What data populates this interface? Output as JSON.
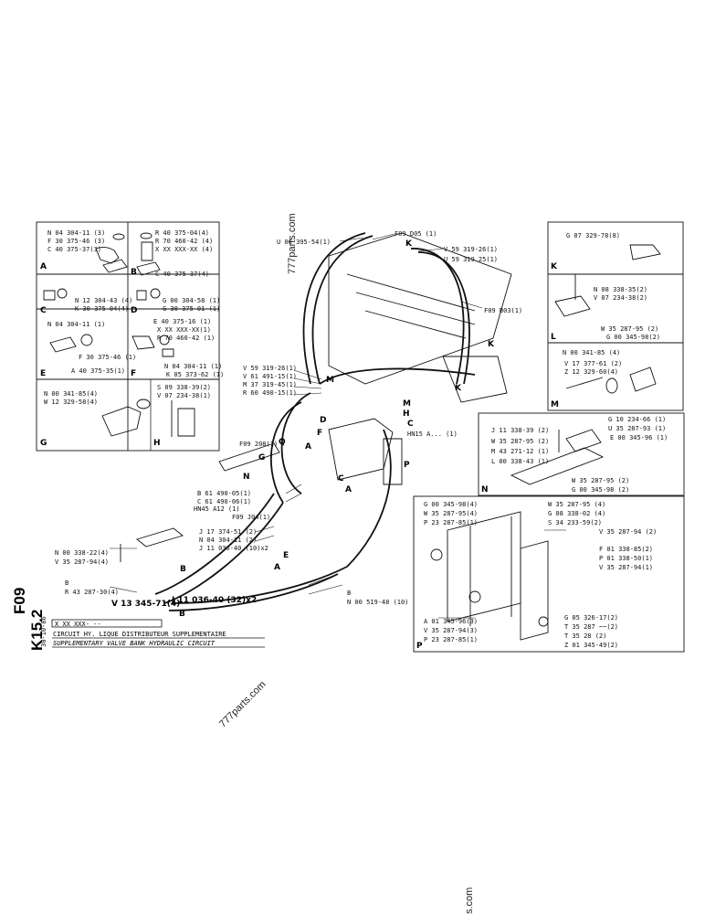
{
  "watermarks": [
    "777parts.com",
    "777parts.com",
    "s.com"
  ],
  "drawing_code": {
    "line1": "F09",
    "line2": "K15.2"
  },
  "date": "30-10-86",
  "caption": {
    "code": "X XX XXX- --",
    "title_fr": "CIRCUIT HY.       LIQUE DISTRIBUTEUR SUPPLEMENTAIRE",
    "title_en": "SUPPLEMENTARY VALVE BANK HYDRAULIC CIRCUIT"
  },
  "panels": {
    "A": {
      "letter": "A",
      "lines": [
        "N 04 304-11 (3)",
        "F 30 375-46 (3)",
        "C 40 375-37(3)"
      ]
    },
    "B": {
      "letter": "B",
      "lines": [
        "R 40 375-04(4)",
        "R 70 460-42 (4)",
        "X XX XXX-XX (4)",
        "C 40 375-37(4)"
      ]
    },
    "C": {
      "letter": "C",
      "lines": [
        "N 12 304-43 (4)",
        "K 30 375-04(4)"
      ]
    },
    "D": {
      "letter": "D",
      "lines": [
        "G 00 304-58 (1)",
        "G 30 375-01 (1)"
      ]
    },
    "E": {
      "letter": "E",
      "lines": [
        "N 04 304-11 (1)",
        "F 30 375-46 (1)",
        "A 40 375-35(1)"
      ]
    },
    "F": {
      "letter": "F",
      "lines": [
        "E 40 375-16 (1)",
        "X XX XXX-XX(1)",
        "R 70 460-42 (1)",
        "N 04 304-11 (1)",
        "K 05 373-62 (1)"
      ]
    },
    "G": {
      "letter": "G",
      "lines": [
        "N 00 341-85(4)",
        "W 12 329-58(4)"
      ]
    },
    "H": {
      "letter": "H",
      "lines": [
        "S 09 338-39(2)",
        "V 07 234-38(1)"
      ]
    },
    "K": {
      "letter": "K",
      "lines": [
        "G 07 329-78(8)"
      ]
    },
    "L": {
      "letter": "L",
      "lines": [
        "N 08 338-35(2)",
        "V 07 234-38(2)",
        "W 35 287-95 (2)",
        "G 00 345-98(2)"
      ]
    },
    "M": {
      "letter": "M",
      "lines": [
        "N 00 341-85 (4)",
        "V 17 377-61 (2)",
        "Z 12 329-60(4)"
      ]
    },
    "N": {
      "letter": "N",
      "lines": [
        "J 11 338-39 (2)",
        "W 35 287-95 (2)",
        "M 43 271-12 (1)",
        "L 00 338-43 (1)",
        "G 10 234-66 (1)",
        "U 35 287-93 (1)",
        "E 00 345-96 (1)",
        "W 35 287-95 (2)",
        "G 00 345-98 (2)"
      ]
    },
    "P": {
      "letter": "P",
      "lines": [
        "G 00 345-98(4)",
        "W 35 287-95(4)",
        "P 23 287-85(1)",
        "W 35 287-95 (4)",
        "G 08 338-02 (4)",
        "S 34 233-59(2)",
        "V 35 287-94 (2)",
        "F 01 338-85(2)",
        "P 01 338-50(1)",
        "V 35 287-94(1)",
        "A 01 345-96(3)",
        "V 35 287-94(3)",
        "P 23 287-85(1)",
        "G 05 326-17(2)",
        "T 35 287 ~~(2)",
        "T 35 28      (2)",
        "Z 01 345-49(2)"
      ]
    }
  },
  "callouts": {
    "top": [
      "U 00 395-54(1)",
      "F09 D05 (1)",
      "K",
      "V 59 319-26(1)",
      "U 59 319 25(1)",
      "F09 B03(1)",
      "K",
      "K"
    ],
    "mid": [
      "V 59 319-26(1)",
      "V 61 491-15(1)",
      "M 37 319-45(1)",
      "R 60 490-15(1)",
      "M",
      "M",
      "H",
      "C",
      "HN15 A... (1)",
      "D",
      "F",
      "A",
      "F09 208(1)",
      "Q",
      "G",
      "N",
      "C",
      "P",
      "A"
    ],
    "left": [
      "B 61 490-05(1)",
      "C 61 490-06(1)",
      "F09 J04(1)",
      "J 17 374-51 (2)",
      "N 04 304-11 (2)",
      "J 11 036-40 (10)x2",
      "N 00 338-22(4)",
      "V 35 287-94(4)",
      "HN45 A12 (1)",
      "E",
      "A",
      "B",
      "B",
      "R 43 287-30(4)",
      "V 13 345-71(4)",
      "B",
      "B",
      "N 00 519-48 (10)",
      "J 11 036-40 (32)x2"
    ]
  }
}
